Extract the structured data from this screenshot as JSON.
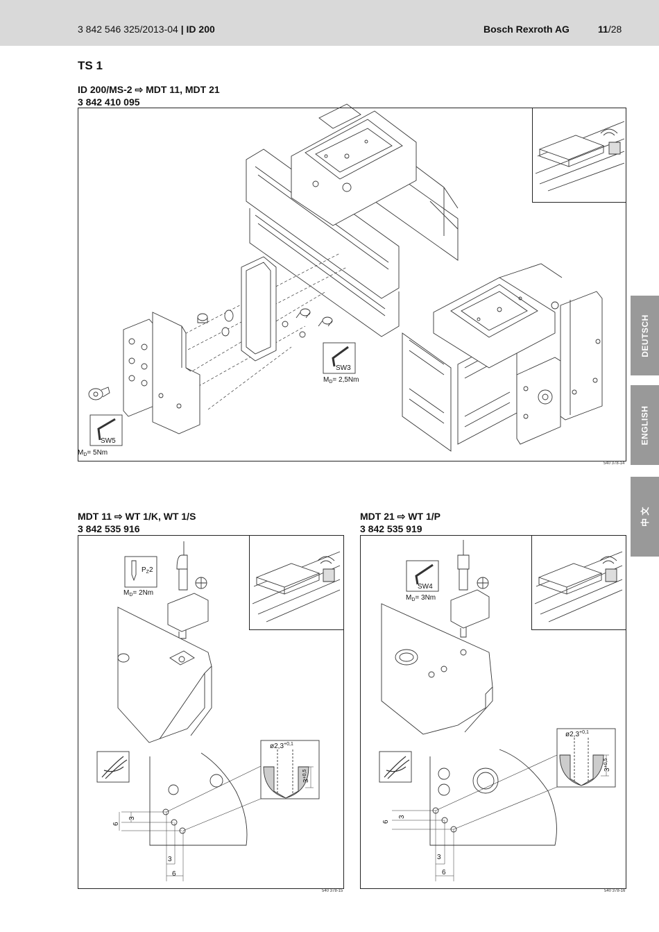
{
  "header": {
    "doc_number": "3 842 546 325/2013-04",
    "separator": "|",
    "product": "ID 200",
    "company": "Bosch Rexroth AG",
    "page_current": "11",
    "page_total": "/28"
  },
  "section_title": "TS 1",
  "top_figure": {
    "heading": "ID 200/MS-2 ⇨ MDT 11, MDT 21",
    "part_number": "3 842 410 095",
    "tool_sw3": "SW3",
    "torque_sw3": "M",
    "torque_sw3_sub": "D",
    "torque_sw3_val": "= 2,5Nm",
    "tool_sw5": "SW5",
    "torque_sw5": "M",
    "torque_sw5_sub": "D",
    "torque_sw5_val": "= 5Nm",
    "ref": "540 378-14"
  },
  "left_figure": {
    "heading": "MDT 11 ⇨ WT 1/K, WT 1/S",
    "part_number": "3 842 535 916",
    "tool": "P",
    "tool_sub": "Z",
    "tool_size": "2",
    "torque": "M",
    "torque_sub": "D",
    "torque_val": "= 2Nm",
    "drill_dia": "ø2,3",
    "drill_dia_tol": "+0,1",
    "drill_depth": "3",
    "drill_depth_tol": "+0,5",
    "dim_a": "3",
    "dim_b": "6",
    "dim_c": "3",
    "dim_d": "6",
    "ref": "540 378-15"
  },
  "right_figure": {
    "heading": "MDT 21 ⇨ WT 1/P",
    "part_number": "3 842 535 919",
    "tool": "SW4",
    "torque": "M",
    "torque_sub": "D",
    "torque_val": "= 3Nm",
    "drill_dia": "ø2,3",
    "drill_dia_tol": "+0,1",
    "drill_depth": "3",
    "drill_depth_tol": "+0,5",
    "dim_a": "3",
    "dim_b": "6",
    "dim_c": "3",
    "dim_d": "6",
    "ref": "540 378-16"
  },
  "language_tabs": [
    "DEUTSCH",
    "ENGLISH",
    "中 文"
  ]
}
